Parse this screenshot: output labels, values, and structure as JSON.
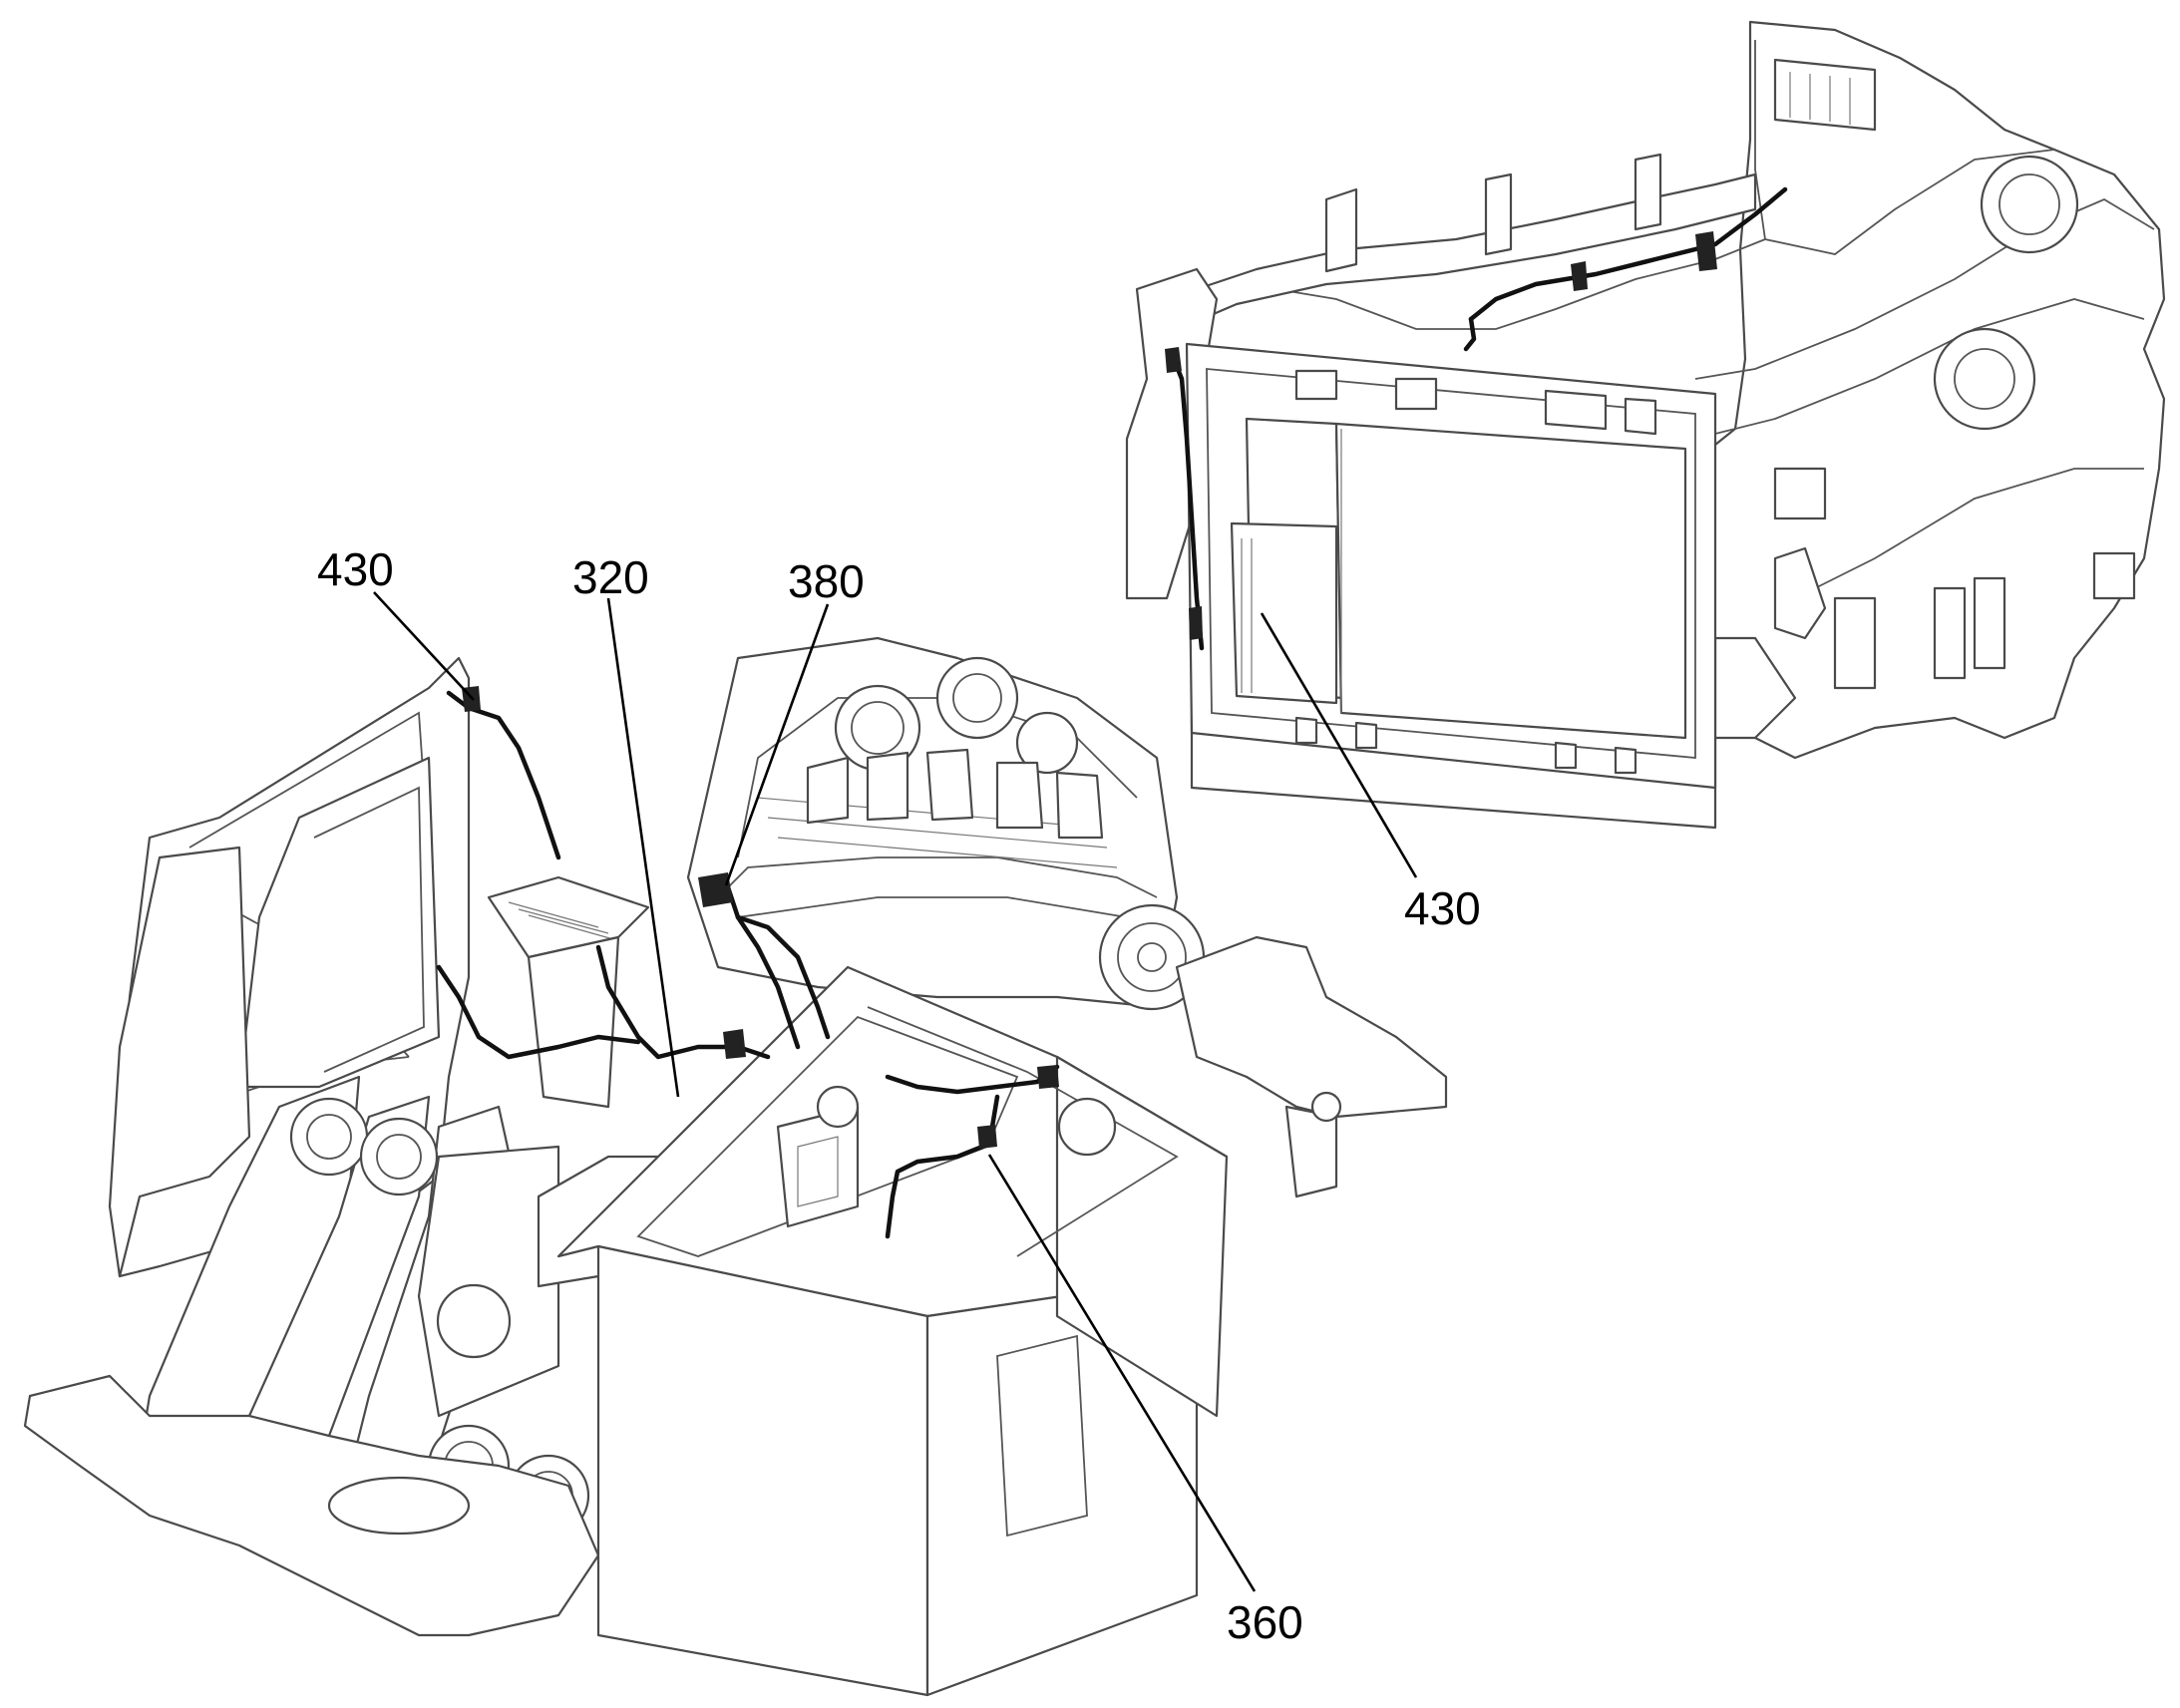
{
  "figure": {
    "callouts": [
      {
        "id": "c-430a",
        "text": "430"
      },
      {
        "id": "c-320",
        "text": "320"
      },
      {
        "id": "c-380",
        "text": "380"
      },
      {
        "id": "c-430b",
        "text": "430"
      },
      {
        "id": "c-360",
        "text": "360"
      }
    ]
  }
}
